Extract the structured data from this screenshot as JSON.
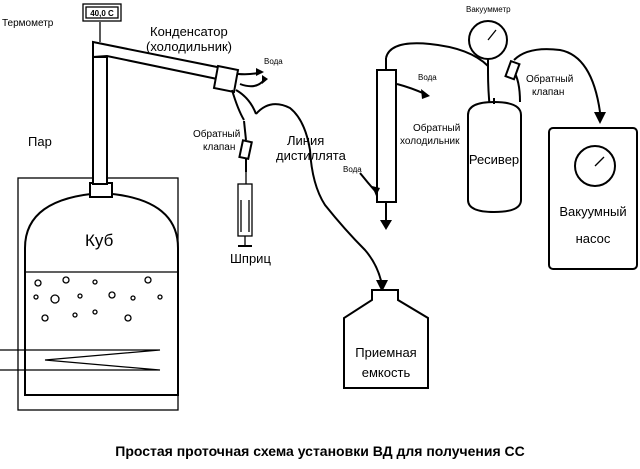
{
  "caption": "Простая проточная схема установки ВД для получения СС",
  "thermometer": {
    "label": "Термометр",
    "reading": "40,0 С"
  },
  "condenser": {
    "line1": "Конденсатор",
    "line2": "(холодильник)"
  },
  "water": "Вода",
  "check_valve": {
    "line1": "Обратный",
    "line2": "клапан"
  },
  "distillate_line": {
    "line1": "Линия",
    "line2": "дистиллята"
  },
  "steam": "Пар",
  "still": "Куб",
  "syringe": "Шприц",
  "reflux_condenser": {
    "line1": "Обратный",
    "line2": "холодильник"
  },
  "receiver_vessel": {
    "line1": "Приемная",
    "line2": "емкость"
  },
  "vacuum_gauge": "Вакуумметр",
  "receiver": "Ресивер",
  "vacuum_pump": {
    "line1": "Вакуумный",
    "line2": "насос"
  }
}
